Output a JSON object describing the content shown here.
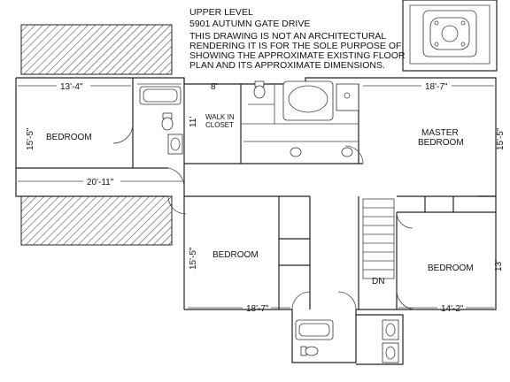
{
  "header": {
    "level": "UPPER LEVEL",
    "address": "5901 AUTUMN GATE DRIVE"
  },
  "disclaimer": [
    "THIS DRAWING IS NOT AN ARCHITECTURAL",
    "RENDERING IT IS FOR THE SOLE PURPOSE OF",
    "SHOWING THE APPROXIMATE EXISTING  FLOOR",
    "PLAN AND ITS APPROXIMATE DIMENSIONS."
  ],
  "rooms": {
    "bedroom_nw": "BEDROOM",
    "walk_in_closet_1": "WALK IN",
    "walk_in_closet_2": "CLOSET",
    "master_1": "MASTER",
    "master_2": "BEDROOM",
    "bedroom_center": "BEDROOM",
    "bedroom_se": "BEDROOM",
    "stairs": "DN"
  },
  "dimensions": {
    "nw_width": "13'-4\"",
    "nw_height": "15'-5\"",
    "closet_width": "8'",
    "closet_height": "11'",
    "master_width": "18'-7\"",
    "master_height": "15'-5\"",
    "west_width": "20'-11\"",
    "center_height": "15'-5\"",
    "center_width": "18'-7\"",
    "se_width": "14'-2\"",
    "se_height": "13'"
  },
  "icons": {
    "hot_tub": "hot-tub-icon",
    "bathtub": "bathtub-icon",
    "toilet": "toilet-icon",
    "sink": "sink-icon",
    "shower": "shower-icon"
  }
}
